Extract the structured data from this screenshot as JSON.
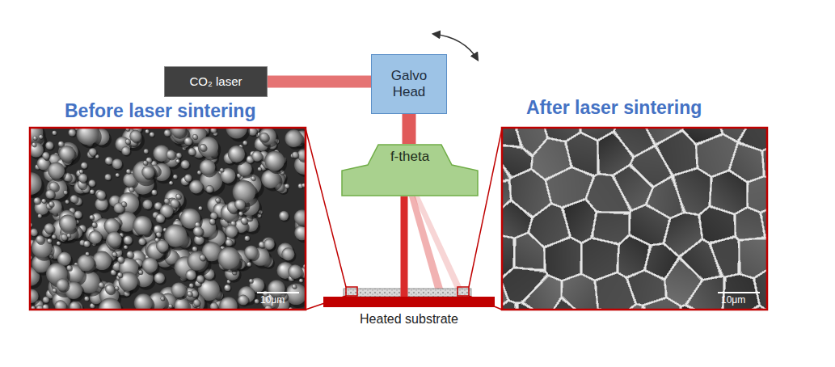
{
  "diagram": {
    "nodes": [
      {
        "text": [
          "CO₂ laser"
        ]
      },
      {
        "text": [
          "Galvo Head"
        ]
      },
      {
        "text": [
          "f-theta"
        ]
      },
      {
        "text": [
          "Heated substrate"
        ]
      }
    ],
    "edges": [
      {
        "from": 0,
        "to": 1,
        "arrow": "none"
      },
      {
        "from": 1,
        "to": 2,
        "arrow": "none"
      },
      {
        "from": 2,
        "to": 3,
        "arrow": "none"
      }
    ],
    "labels": [
      "Before laser sintering",
      "After laser sintering",
      "10μm",
      "10μm"
    ]
  }
}
